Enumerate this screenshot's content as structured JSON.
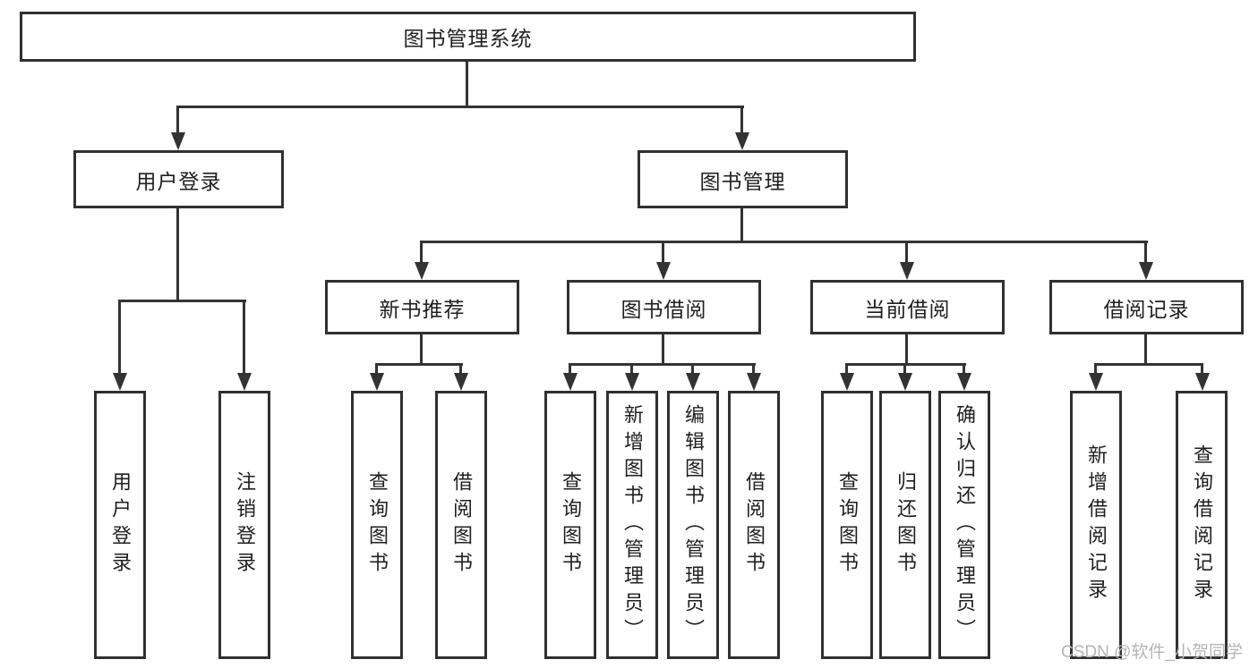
{
  "tree": {
    "label": "图书管理系统",
    "children": [
      {
        "label": "用户登录",
        "children": [
          {
            "label": "用户登录"
          },
          {
            "label": "注销登录"
          }
        ]
      },
      {
        "label": "图书管理",
        "children": [
          {
            "label": "新书推荐",
            "children": [
              {
                "label": "查询图书"
              },
              {
                "label": "借阅图书"
              }
            ]
          },
          {
            "label": "图书借阅",
            "children": [
              {
                "label": "查询图书"
              },
              {
                "label": "新增图书（管理员）"
              },
              {
                "label": "编辑图书（管理员）"
              },
              {
                "label": "借阅图书"
              }
            ]
          },
          {
            "label": "当前借阅",
            "children": [
              {
                "label": "查询图书"
              },
              {
                "label": "归还图书"
              },
              {
                "label": "确认归还（管理员）"
              }
            ]
          },
          {
            "label": "借阅记录",
            "children": [
              {
                "label": "新增借阅记录"
              },
              {
                "label": "查询借阅记录"
              }
            ]
          }
        ]
      }
    ]
  },
  "watermark": {
    "text": "CSDN @软件_小贺同学"
  },
  "colors": {
    "background": "#ffffff",
    "box_border": "#303030",
    "line": "#333333",
    "text": "#1f1f1f",
    "watermark": "#b5b5b5"
  }
}
